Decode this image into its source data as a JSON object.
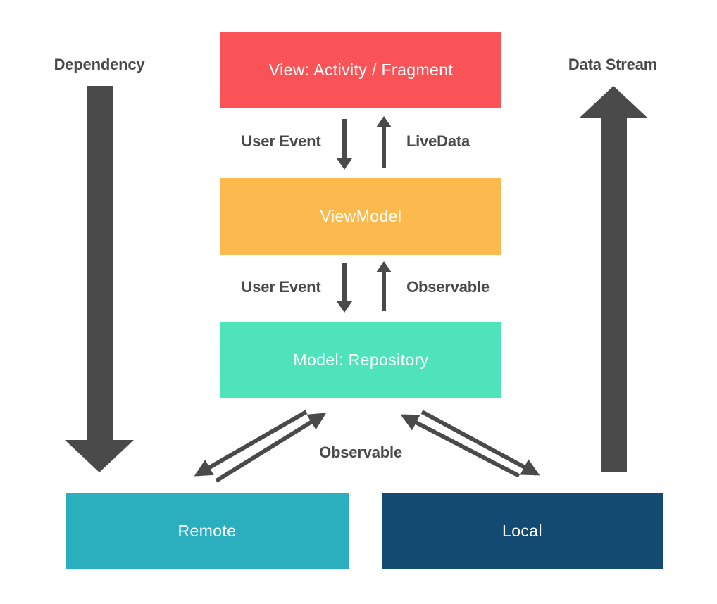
{
  "diagram": {
    "nodes": {
      "view": {
        "label": "View: Activity / Fragment",
        "color": "#F95358"
      },
      "viewmodel": {
        "label": "ViewModel",
        "color": "#FCB94E"
      },
      "repository": {
        "label": "Model: Repository",
        "color": "#4FE3BB"
      },
      "remote": {
        "label": "Remote",
        "color": "#2BAFBE"
      },
      "local": {
        "label": "Local",
        "color": "#124A72"
      }
    },
    "edge_labels": {
      "view_to_viewmodel": "User Event",
      "viewmodel_to_view": "LiveData",
      "viewmodel_to_repository": "User Event",
      "repository_to_viewmodel": "Observable",
      "repository_to_datasources": "Observable"
    },
    "flow_labels": {
      "left": "Dependency",
      "right": "Data Stream"
    },
    "colors": {
      "arrow": "#4A4A4A",
      "label_text": "#4A4A4A",
      "node_text": "#FFFFFF",
      "background": "#FFFFFF"
    }
  }
}
